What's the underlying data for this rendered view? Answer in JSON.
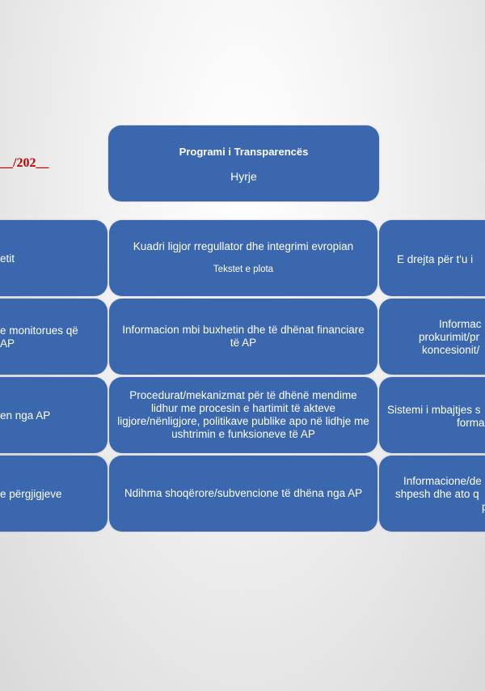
{
  "date_fragment": "__/202__",
  "header": {
    "title": "Programi i Transparencës",
    "subtitle": "Hyrje"
  },
  "left_column": [
    [
      "etit"
    ],
    [
      "e monitorues që",
      "AP"
    ],
    [
      "en nga AP"
    ],
    [
      "e përgjigjeve"
    ]
  ],
  "center_column": [
    {
      "text": "Kuadri ligjor rregullator dhe integrimi evropian",
      "sub": "Tekstet e plota"
    },
    {
      "text": "Informacion mbi buxhetin dhe të dhënat financiare të AP"
    },
    {
      "text": "Procedurat/mekanizmat për të dhënë mendime lidhur me procesin e hartimit të akteve ligjore/nënligjore, politikave publike apo në lidhje me ushtrimin e funksioneve të AP"
    },
    {
      "text": "Ndihma shoqërore/subvencione të dhëna nga AP"
    }
  ],
  "right_column": [
    [
      "E drejta për t'u i"
    ],
    [
      "Informac",
      "prokurimit/pr",
      "koncesionit/"
    ],
    [
      "Sistemi i mbajtjes s",
      "forma"
    ],
    [
      "Informacione/de",
      "shpesh dhe ato q",
      "pu"
    ]
  ]
}
